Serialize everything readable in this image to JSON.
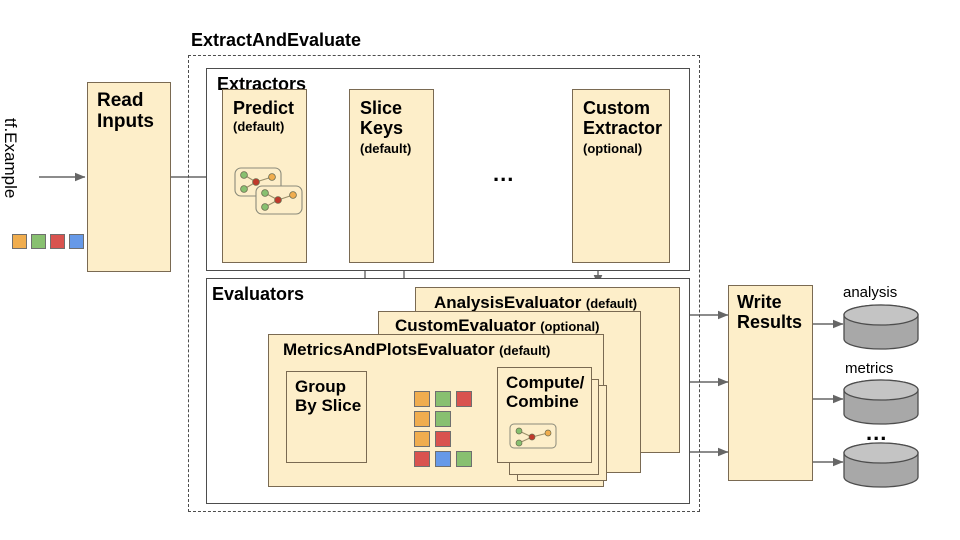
{
  "diagram": {
    "title_outer": "ExtractAndEvaluate",
    "input_label": "tf.Example",
    "read_inputs": "Read\nInputs",
    "extractors_label": "Extractors",
    "evaluators_label": "Evaluators",
    "ellipsis": "...",
    "extractors": [
      {
        "name": "Predict",
        "qualifier": "(default)"
      },
      {
        "name": "Slice\nKeys",
        "qualifier": "(default)"
      },
      {
        "name": "Custom\nExtractor",
        "qualifier": "(optional)"
      }
    ],
    "evaluators": [
      {
        "name": "AnalysisEvaluator",
        "qualifier": "(default)"
      },
      {
        "name": "CustomEvaluator",
        "qualifier": "(optional)"
      },
      {
        "name": "MetricsAndPlotsEvaluator",
        "qualifier": "(default)"
      }
    ],
    "group_by_slice": "Group\nBy Slice",
    "compute_combine": "Compute/\nCombine",
    "write_results": "Write\nResults",
    "outputs": [
      {
        "label": "analysis"
      },
      {
        "label": "metrics"
      },
      {
        "label": "..."
      }
    ],
    "input_swatches": [
      "#f0ad4e",
      "#88c070",
      "#d9534f",
      "#6699e8"
    ],
    "slice_rows": [
      [
        "#f0ad4e",
        "#88c070",
        "#d9534f"
      ],
      [
        "#f0ad4e",
        "#88c070"
      ],
      [
        "#f0ad4e",
        "#d9534f"
      ],
      [
        "#d9534f",
        "#6699e8",
        "#88c070"
      ]
    ],
    "colors": {
      "box_fill": "#fdeec9",
      "box_stroke": "#7a6a52",
      "plain_stroke": "#4d4d4d",
      "cylinder_fill": "#a8a8a8",
      "arrow": "#666666",
      "orange": "#f0ad4e",
      "green": "#88c070",
      "red": "#d9534f",
      "blue": "#6699e8"
    }
  }
}
